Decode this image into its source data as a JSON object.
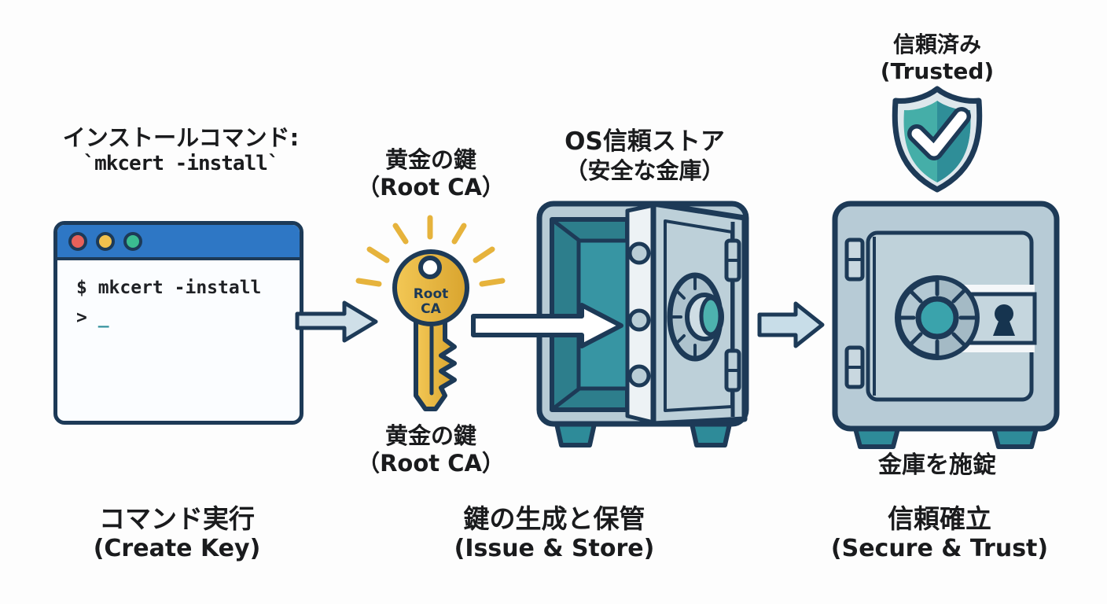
{
  "colors": {
    "outline_navy": "#1d3a57",
    "gold": "#e7b43c",
    "titlebar_blue": "#2e77c5",
    "dot_red": "#e8615a",
    "dot_yellow": "#f1c14d",
    "dot_green": "#3bbc90",
    "cursor_teal": "#2f8f9b",
    "safe_body_gray": "#b7cbd5",
    "safe_interior_teal": "#3795a3",
    "safe_feet_teal": "#2e8b99",
    "arrow_fill_blue": "#cfdfe8",
    "arrow_fill_white": "#ffffff",
    "shield_teal_light": "#45aea8",
    "shield_teal_dark": "#2f8e98"
  },
  "step1": {
    "heading_line1": "インストールコマンド:",
    "heading_line2": "`mkcert -install`",
    "terminal": {
      "command_line": "$ mkcert -install",
      "prompt": ">",
      "cursor": "_"
    },
    "caption_line1": "コマンド実行",
    "caption_line2": "(Create Key)"
  },
  "step2": {
    "label_above_line1": "黄金の鍵",
    "label_above_line2": "（Root CA）",
    "key_text_line1": "Root",
    "key_text_line2": "CA",
    "label_below_line1": "黄金の鍵",
    "label_below_line2": "（Root CA）",
    "caption_line1": "鍵の生成と保管",
    "caption_line2": "(Issue & Store)"
  },
  "step3": {
    "heading_line1": "OS信頼ストア",
    "heading_line2": "（安全な金庫）"
  },
  "step4": {
    "badge_line1": "信頼済み",
    "badge_line2": "(Trusted)",
    "safe_caption": "金庫を施錠",
    "caption_line1": "信頼確立",
    "caption_line2": "(Secure & Trust)"
  }
}
